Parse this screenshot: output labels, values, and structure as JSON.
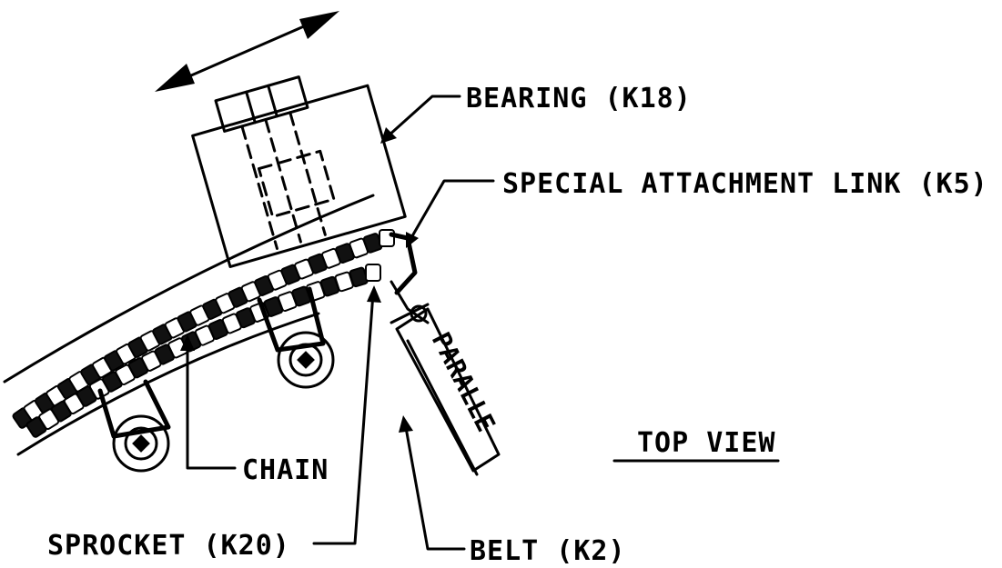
{
  "diagram": {
    "labels": {
      "bearing": "BEARING (K18)",
      "attachment": "SPECIAL ATTACHMENT LINK (K5)",
      "chain": "CHAIN",
      "sprocket": "SPROCKET (K20)",
      "belt": "BELT (K2)",
      "view": "TOP VIEW",
      "belt_stamp": "PARALLE"
    },
    "colors": {
      "ink": "#000000",
      "paper": "#ffffff"
    }
  }
}
